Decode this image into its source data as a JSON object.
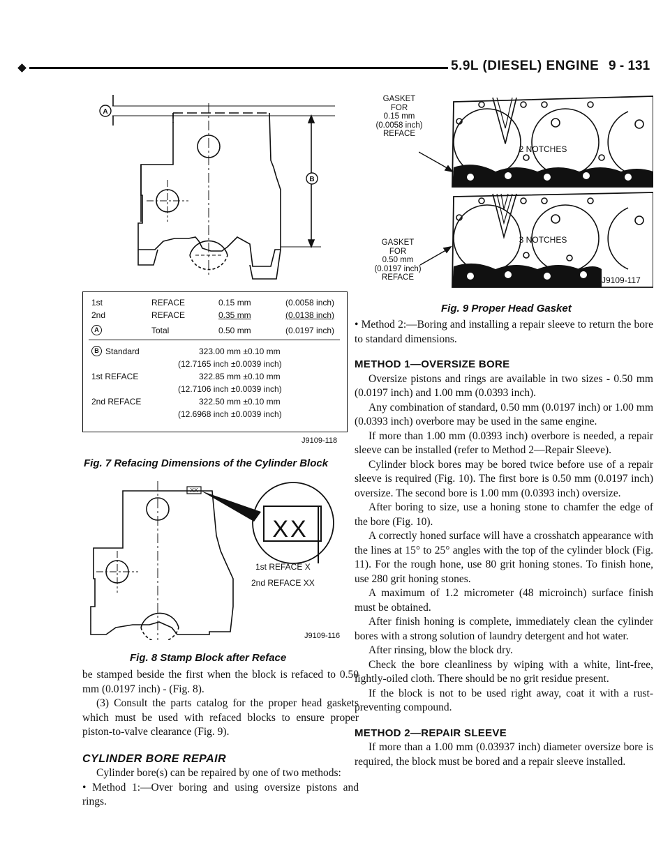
{
  "header": {
    "title": "5.9L (DIESEL) ENGINE",
    "section": "9 - 131"
  },
  "fig7": {
    "label_a": "A",
    "label_b": "B",
    "rows": [
      {
        "col1": "1st",
        "col2": "REFACE",
        "col3": "0.15 mm",
        "col4": "(0.0058 inch)"
      },
      {
        "col1": "2nd",
        "col2": "REFACE",
        "col3": "0.35 mm",
        "col4": "(0.0138 inch)"
      },
      {
        "col1": "A",
        "col2": "Total",
        "col3": "0.50 mm",
        "col4": "(0.0197 inch)"
      }
    ],
    "std_rows": [
      {
        "label": "Standard",
        "mm": "323.00 mm ±0.10 mm",
        "inch": "(12.7165 inch ±0.0039 inch)"
      },
      {
        "label": "1st REFACE",
        "mm": "322.85 mm ±0.10 mm",
        "inch": "(12.7106 inch ±0.0039 inch)"
      },
      {
        "label": "2nd REFACE",
        "mm": "322.50 mm ±0.10 mm",
        "inch": "(12.6968 inch ±0.0039 inch)"
      }
    ],
    "fig_id": "J9109-118",
    "caption": "Fig. 7 Refacing Dimensions of the Cylinder Block"
  },
  "fig8": {
    "stamp_small": "XX",
    "stamp_large": "XX",
    "label1": "1st REFACE X",
    "label2": "2nd REFACE XX",
    "fig_id": "J9109-116",
    "caption": "Fig. 8 Stamp Block after Reface"
  },
  "fig9": {
    "label_top": [
      "GASKET",
      "FOR",
      "0.15 mm",
      "(0.0058 inch)",
      "REFACE"
    ],
    "label_bottom": [
      "GASKET",
      "FOR",
      "0.50 mm",
      "(0.0197 inch)",
      "REFACE"
    ],
    "notches_top": "2 NOTCHES",
    "notches_bottom": "3 NOTCHES",
    "fig_id": "J9109-117",
    "caption": "Fig. 9 Proper Head Gasket"
  },
  "left_text": {
    "p1": "be stamped beside the first when the block is refaced to 0.50 mm (0.0197 inch) - (Fig. 8).",
    "p2": "(3) Consult the parts catalog for the proper head gaskets which must be used with refaced blocks to ensure proper piston-to-valve clearance (Fig. 9).",
    "heading": "CYLINDER BORE REPAIR",
    "p3": "Cylinder bore(s) can be repaired by one of two methods:",
    "p4": "• Method 1:—Over boring and using oversize pistons and rings."
  },
  "right_text": {
    "p1": "• Method 2:—Boring and installing a repair sleeve to return the bore to standard dimensions.",
    "h1": "METHOD 1—OVERSIZE BORE",
    "p2": "Oversize pistons and rings are available in two sizes - 0.50 mm (0.0197 inch) and 1.00 mm (0.0393 inch).",
    "p3": "Any combination of standard, 0.50 mm (0.0197 inch) or 1.00 mm (0.0393 inch) overbore may be used in the same engine.",
    "p4": "If more than 1.00 mm (0.0393 inch) overbore is needed, a repair sleeve can be installed (refer to Method 2—Repair Sleeve).",
    "p5": "Cylinder block bores may be bored twice before use of a repair sleeve is required (Fig. 10). The first bore is 0.50 mm (0.0197 inch) oversize. The second bore is 1.00 mm (0.0393 inch) oversize.",
    "p6": "After boring to size, use a honing stone to chamfer the edge of the bore (Fig. 10).",
    "p7": "A correctly honed surface will have a crosshatch appearance with the lines at 15° to 25° angles with the top of the cylinder block (Fig. 11). For the rough hone, use 80 grit honing stones. To finish hone, use 280 grit honing stones.",
    "p8": "A maximum of 1.2 micrometer (48 microinch) surface finish must be obtained.",
    "p9": "After finish honing is complete, immediately clean the cylinder bores with a strong solution of laundry detergent and hot water.",
    "p10": "After rinsing, blow the block dry.",
    "p11": "Check the bore cleanliness by wiping with a white, lint-free, lightly-oiled cloth. There should be no grit residue present.",
    "p12": "If the block is not to be used right away, coat it with a rust-preventing compound.",
    "h2": "METHOD 2—REPAIR SLEEVE",
    "p13": "If more than a 1.00 mm (0.03937 inch) diameter oversize bore is required, the block must be bored and a repair sleeve installed."
  }
}
